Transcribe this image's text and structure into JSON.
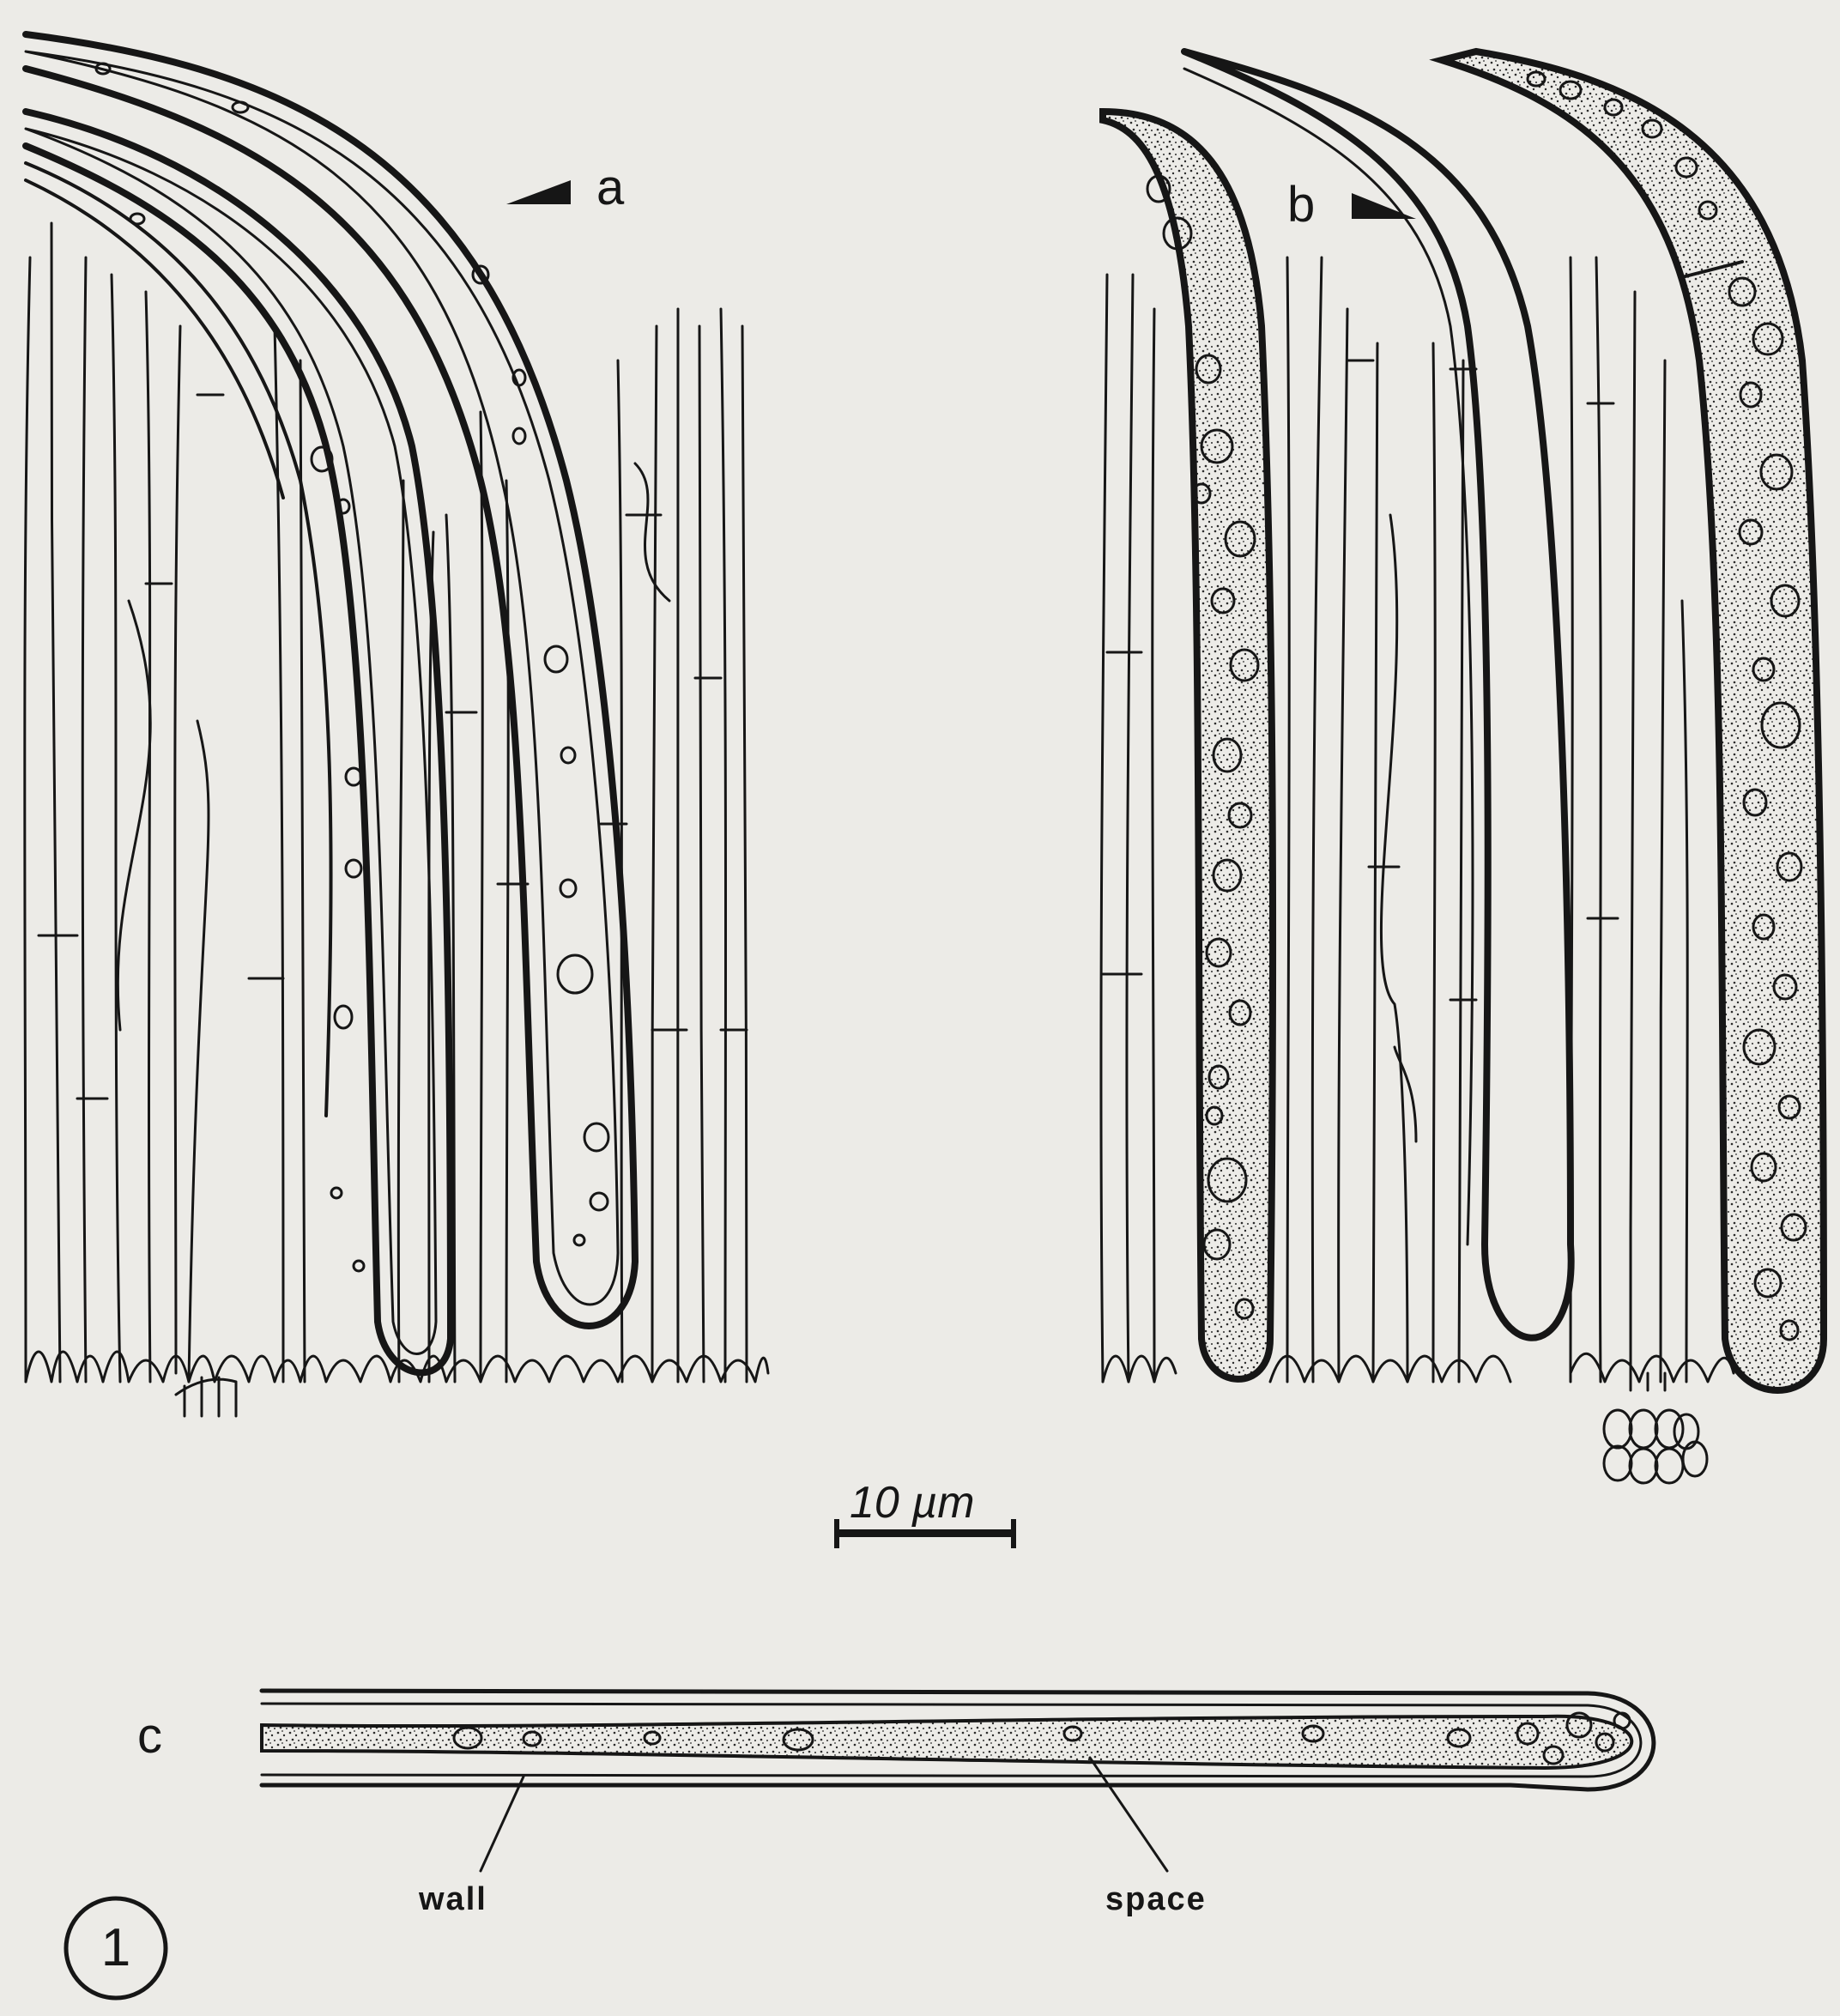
{
  "figure": {
    "panel_labels": {
      "a": "a",
      "b": "b",
      "c": "c"
    },
    "scale_bar": {
      "label": "10 µm"
    },
    "callouts": {
      "wall": "wall",
      "space": "space"
    },
    "figure_number": "1"
  },
  "colors": {
    "ink": "#161616",
    "paper": "#ecebe7",
    "stipple": "#2a2a2a"
  }
}
